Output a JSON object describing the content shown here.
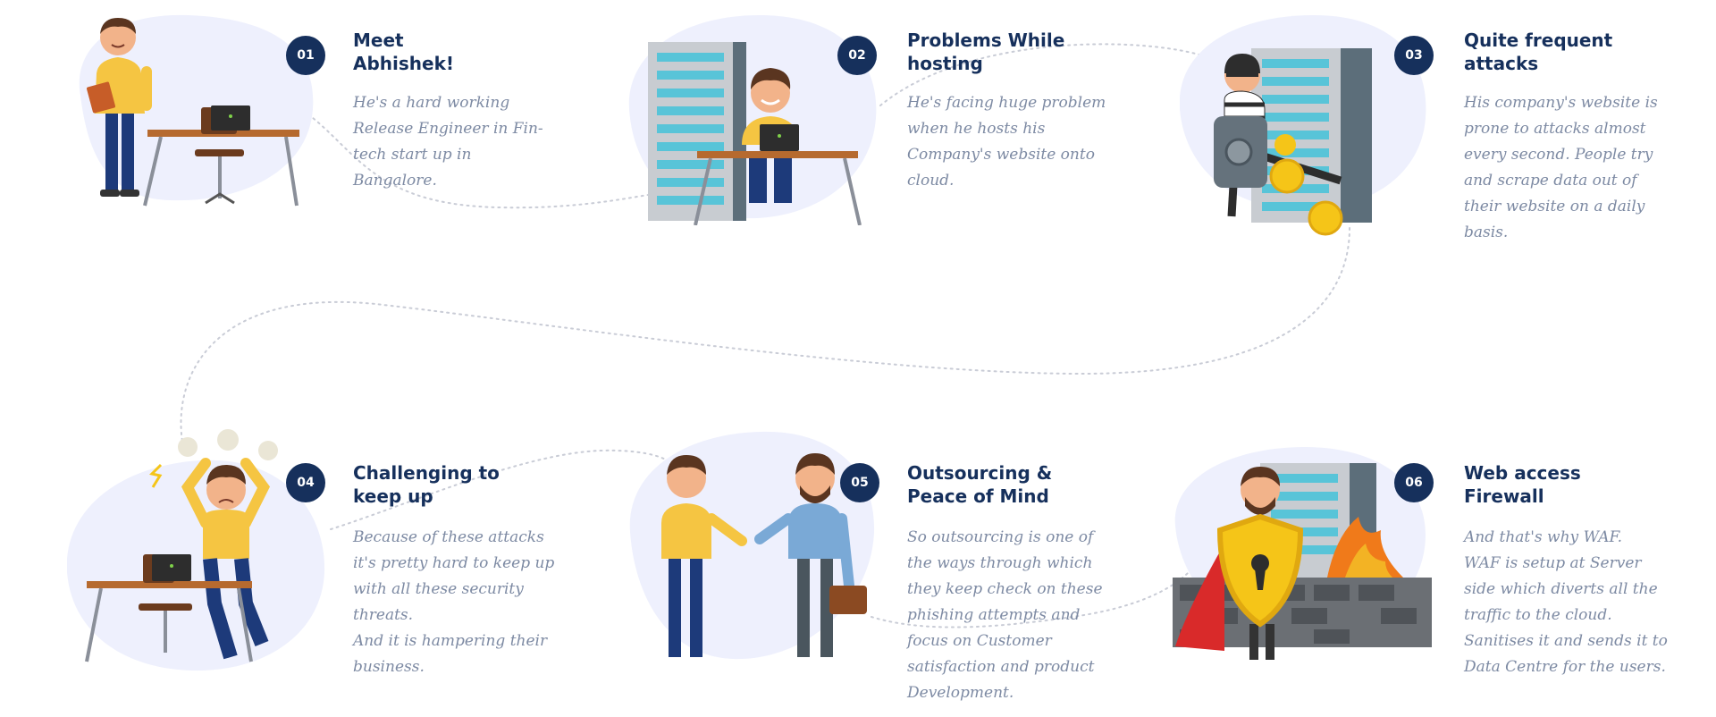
{
  "colors": {
    "badge": "#16305c",
    "title": "#16305c",
    "description": "#7d8aa3",
    "blob": "#eef0fd",
    "path": "#c9ccd6"
  },
  "steps": [
    {
      "number": "01",
      "title": "Meet\nAbhishek!",
      "description": "He's a hard working\nRelease Engineer in Fin-\ntech start up in\nBangalore.",
      "illustration": "man-at-desk-holding-book"
    },
    {
      "number": "02",
      "title": "Problems While\nhosting",
      "description": "He's facing huge problem\nwhen he hosts his\nCompany's website onto\ncloud.",
      "illustration": "man-at-desk-with-server-rack"
    },
    {
      "number": "03",
      "title": "Quite frequent\nattacks",
      "description": "His company's website is\nprone to attacks almost\nevery second. People try\nand scrape data out of\ntheir website on a daily\nbasis.",
      "illustration": "thief-with-safe-and-coins"
    },
    {
      "number": "04",
      "title": "Challenging to\nkeep up",
      "description": "Because of these attacks\nit's pretty hard to keep up\nwith all these security\nthreats.\nAnd it is hampering their\nbusiness.",
      "illustration": "stressed-man-at-desk"
    },
    {
      "number": "05",
      "title": "Outsourcing &\nPeace of Mind",
      "description": "So outsourcing is one of\nthe ways through which\nthey keep check on these\nphishing attempts and\nfocus on Customer\nsatisfaction and product\nDevelopment.",
      "illustration": "handshake-with-businessman"
    },
    {
      "number": "06",
      "title": "Web access\nFirewall",
      "description": "And that's why WAF.\nWAF is setup at Server\nside which diverts all the\ntraffic to the cloud.\nSanitises it and sends it to\nData Centre for the users.",
      "illustration": "man-with-shield-firewall"
    }
  ]
}
